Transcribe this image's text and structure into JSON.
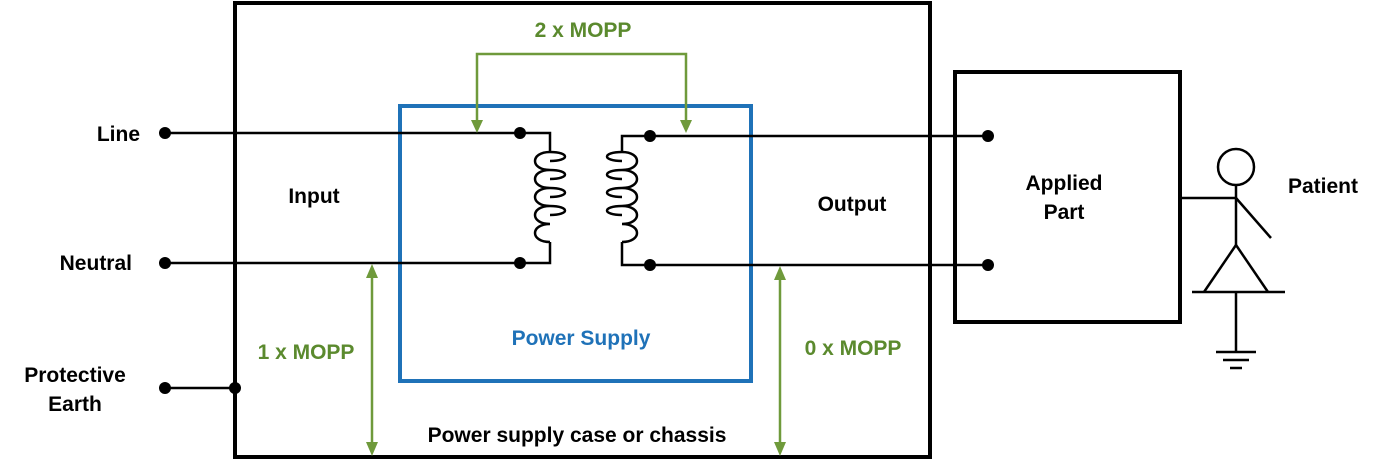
{
  "labels": {
    "line": "Line",
    "neutral": "Neutral",
    "protective_earth_1": "Protective",
    "protective_earth_2": "Earth",
    "input": "Input",
    "output": "Output",
    "power_supply": "Power Supply",
    "case": "Power supply case or chassis",
    "applied_part_1": "Applied",
    "applied_part_2": "Part",
    "patient": "Patient"
  },
  "mopp": {
    "two": "2 x MOPP",
    "one": "1 x MOPP",
    "zero": "0 x MOPP"
  },
  "colors": {
    "wire": "#000000",
    "mopp_green": "#6f9a3b",
    "power_supply_blue": "#1f72b8",
    "label_green": "#5b8a2e"
  }
}
